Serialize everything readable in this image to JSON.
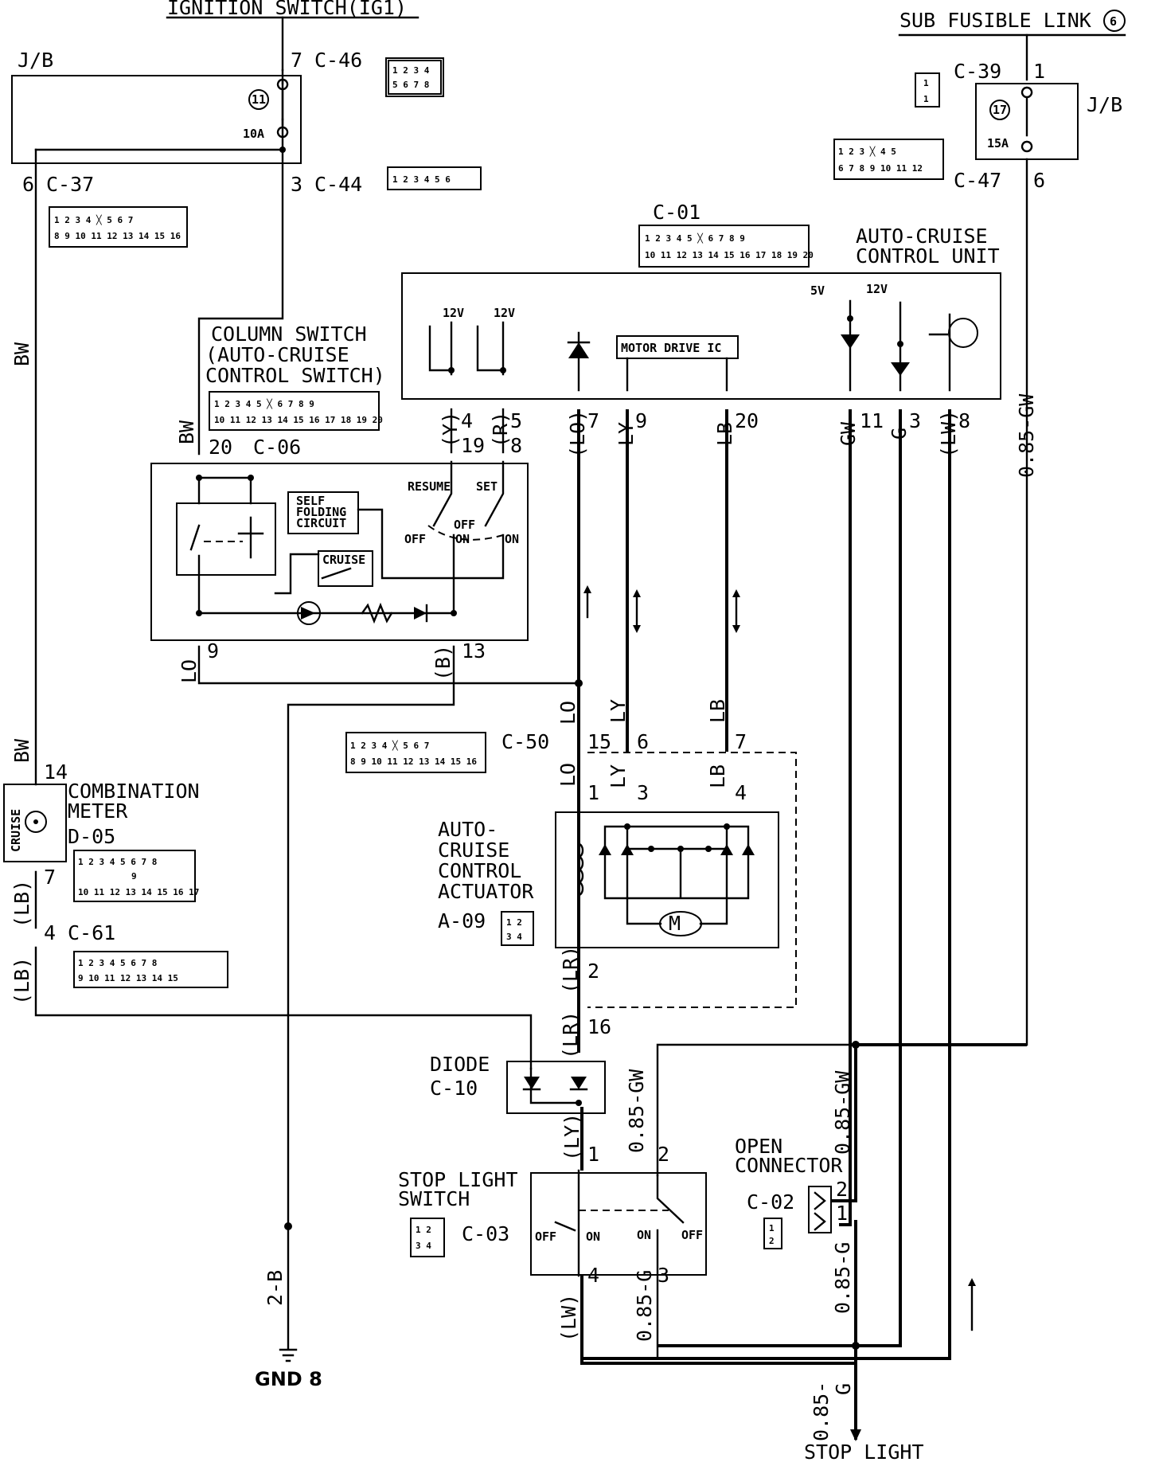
{
  "ignition": {
    "label": "IGNITION SWITCH(IG1)",
    "c46": "C-46",
    "c46_pin": "7"
  },
  "sub_fuse": {
    "label": "SUB FUSIBLE LINK",
    "number": "6"
  },
  "jb_left": {
    "label": "J/B",
    "fuse_number": "11",
    "fuse_rating": "10A",
    "c37": "C-37",
    "c37_pin": "6",
    "c44": "C-44",
    "c44_pin": "3"
  },
  "jb_right": {
    "label": "J/B",
    "fuse_number": "17",
    "fuse_rating": "15A",
    "c39": "C-39",
    "c39_pin": "1",
    "c47": "C-47",
    "c47_pin": "6"
  },
  "ccu": {
    "label1": "AUTO-CRUISE",
    "label2": "CONTROL UNIT",
    "c01": "C-01",
    "v12": "12V",
    "v5": "5V",
    "motor_ic": "MOTOR DRIVE IC",
    "pins": [
      {
        "num": "4"
      },
      {
        "num": "5"
      },
      {
        "num": "7"
      },
      {
        "num": "9"
      },
      {
        "num": "20"
      },
      {
        "num": "11"
      },
      {
        "num": "3"
      },
      {
        "num": "8"
      }
    ]
  },
  "column": {
    "label1": "COLUMN SWITCH",
    "label2": "(AUTO-CRUISE",
    "label3": "CONTROL SWITCH)",
    "c06": "C-06",
    "pin_20": "20",
    "pin_19": "19",
    "pin_8": "8",
    "pin_9": "9",
    "pin_13": "13",
    "self1": "SELF",
    "self2": "FOLDING",
    "self3": "CIRCUIT",
    "cruise": "CRUISE",
    "resume": "RESUME",
    "set": "SET",
    "off": "OFF",
    "on": "ON"
  },
  "wires": {
    "y": "(Y)",
    "r": "(R)",
    "lo": "LO",
    "lo_paren": "(LO)",
    "ly": "LY",
    "ly_paren": "(LY)",
    "lb": "LB",
    "lb_paren": "(LB)",
    "gw": "GW",
    "g": "G",
    "lw_paren": "(LW)",
    "gw_085": "0.85-GW",
    "g_085": "0.85-G",
    "g_085_split1": "0.85-",
    "g_085_split2": "G",
    "bw": "BW",
    "b_paren": "(B)",
    "lr": "(LR)",
    "b_2": "2-B"
  },
  "actuator": {
    "c50": "C-50",
    "pin_15": "15",
    "pin_6": "6",
    "pin_7": "7",
    "pin_1": "1",
    "pin_3": "3",
    "pin_4": "4",
    "pin_2": "2",
    "label1": "AUTO-",
    "label2": "CRUISE",
    "label3": "CONTROL",
    "label4": "ACTUATOR",
    "a09": "A-09",
    "motor": "M"
  },
  "meter": {
    "pin_14": "14",
    "pin_7": "7",
    "pin_4": "4",
    "cruise": "CRUISE",
    "label1": "COMBINATION",
    "label2": "METER",
    "d05": "D-05",
    "c61": "C-61"
  },
  "diode": {
    "label": "DIODE",
    "c10": "C-10",
    "pin_16": "16"
  },
  "stop_switch": {
    "label1": "STOP LIGHT",
    "label2": "SWITCH",
    "c03": "C-03",
    "pin_1": "1",
    "pin_2": "2",
    "pin_3": "3",
    "pin_4": "4",
    "off": "OFF",
    "on": "ON"
  },
  "open_conn": {
    "label1": "OPEN",
    "label2": "CONNECTOR",
    "c02": "C-02",
    "pin_1": "1",
    "pin_2": "2"
  },
  "outputs": {
    "stop_light": "STOP LIGHT",
    "gnd": "GND 8"
  }
}
